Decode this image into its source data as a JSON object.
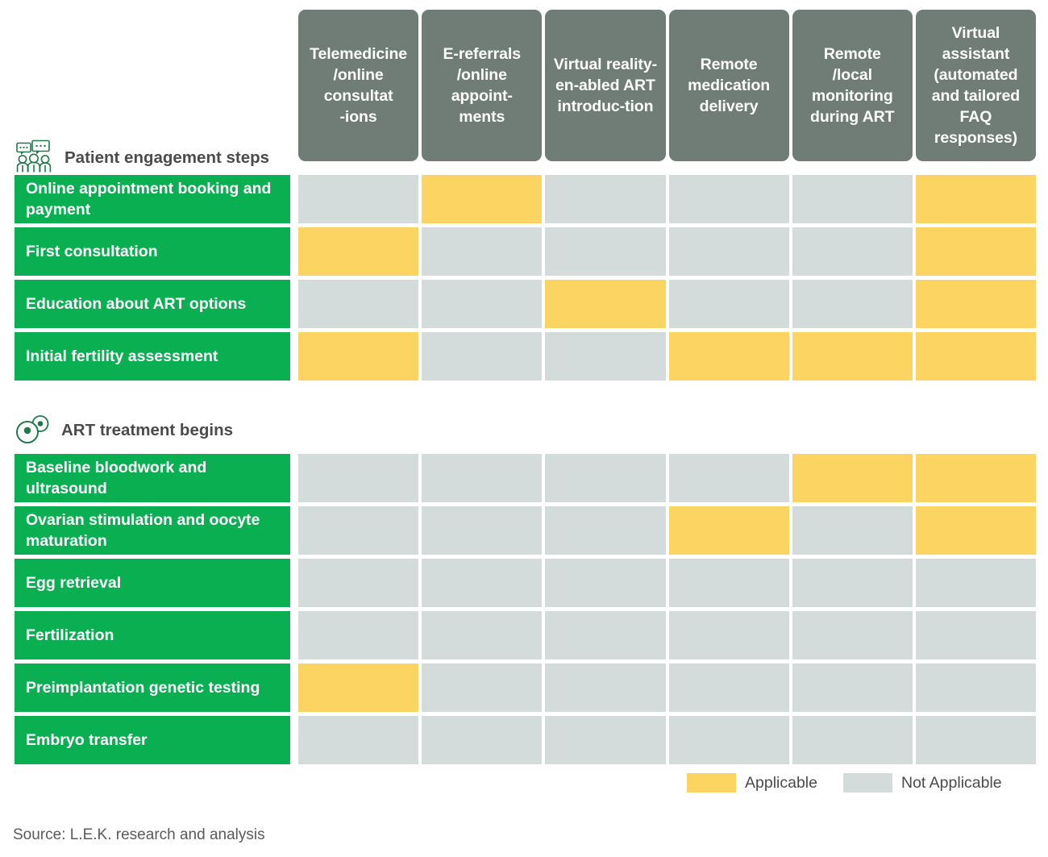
{
  "columns": [
    {
      "label": "Telemedicine\n/online consultat\n-ions",
      "name": "telemedicine-online-consultations"
    },
    {
      "label": "E-referrals\n/online appoint-\nments",
      "name": "e-referrals-online-appointments"
    },
    {
      "label": "Virtual reality-en-abled ART introduc-tion",
      "name": "virtual-reality-enabled-art-introduction"
    },
    {
      "label": "Remote medication delivery",
      "name": "remote-medication-delivery"
    },
    {
      "label": "Remote\n/local monitoring during ART",
      "name": "remote-local-monitoring-during-art"
    },
    {
      "label": "Virtual assistant (automated and tailored FAQ responses)",
      "name": "virtual-assistant-automated-tailored-faq"
    }
  ],
  "sections": [
    {
      "heading": "Patient engagement steps",
      "icon": "people-with-speech-bubbles-icon",
      "rows": [
        {
          "label": "Online appointment booking and payment",
          "values": [
            "Not Applicable",
            "Applicable",
            "Not Applicable",
            "Not Applicable",
            "Not Applicable",
            "Applicable"
          ]
        },
        {
          "label": "First consultation",
          "values": [
            "Applicable",
            "Not Applicable",
            "Not Applicable",
            "Not Applicable",
            "Not Applicable",
            "Applicable"
          ]
        },
        {
          "label": "Education about ART options",
          "values": [
            "Not Applicable",
            "Not Applicable",
            "Applicable",
            "Not Applicable",
            "Not Applicable",
            "Applicable"
          ]
        },
        {
          "label": "Initial fertility assessment",
          "values": [
            "Applicable",
            "Not Applicable",
            "Not Applicable",
            "Applicable",
            "Applicable",
            "Applicable"
          ]
        }
      ]
    },
    {
      "heading": "ART treatment begins",
      "icon": "two-oocyte-cells-icon",
      "rows": [
        {
          "label": "Baseline bloodwork and ultrasound",
          "values": [
            "Not Applicable",
            "Not Applicable",
            "Not Applicable",
            "Not Applicable",
            "Applicable",
            "Applicable"
          ]
        },
        {
          "label": "Ovarian stimulation and oocyte maturation",
          "values": [
            "Not Applicable",
            "Not Applicable",
            "Not Applicable",
            "Applicable",
            "Not Applicable",
            "Applicable"
          ]
        },
        {
          "label": "Egg retrieval",
          "values": [
            "Not Applicable",
            "Not Applicable",
            "Not Applicable",
            "Not Applicable",
            "Not Applicable",
            "Not Applicable"
          ]
        },
        {
          "label": "Fertilization",
          "values": [
            "Not Applicable",
            "Not Applicable",
            "Not Applicable",
            "Not Applicable",
            "Not Applicable",
            "Not Applicable"
          ]
        },
        {
          "label": "Preimplantation genetic testing",
          "values": [
            "Applicable",
            "Not Applicable",
            "Not Applicable",
            "Not Applicable",
            "Not Applicable",
            "Not Applicable"
          ]
        },
        {
          "label": "Embryo transfer",
          "values": [
            "Not Applicable",
            "Not Applicable",
            "Not Applicable",
            "Not Applicable",
            "Not Applicable",
            "Not Applicable"
          ]
        }
      ]
    }
  ],
  "legend": [
    {
      "label": "Applicable",
      "color": "#FCD462"
    },
    {
      "label": "Not Applicable",
      "color": "#D3DCDA"
    }
  ],
  "source": "Source: L.E.K. research and analysis",
  "colors": {
    "header_grey_green": "#707D76",
    "row_label_green": "#0AAF52",
    "applicable_yellow": "#FCD462",
    "not_applicable_grey": "#D3DCDA",
    "text_dark": "#4B4B4B",
    "icon_green": "#1E7A4B"
  }
}
